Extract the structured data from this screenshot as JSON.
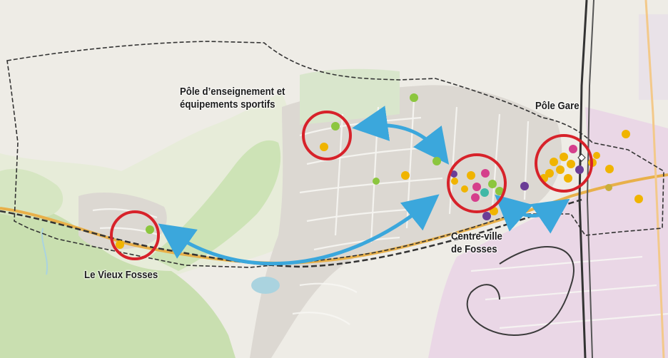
{
  "map": {
    "labels": {
      "pole_enseignement_line1": "Pôle d’enseignement et",
      "pole_enseignement_line2": "équipements sportifs",
      "pole_gare": "Pôle Gare",
      "centre_ville_line1": "Centre-ville",
      "centre_ville_line2": "de Fosses",
      "vieux_fosses": "Le Vieux Fosses"
    },
    "colors": {
      "hub_circle": "#d7222a",
      "connection_arrow": "#3ba7dc",
      "boundary": "#333333",
      "railway": "#333333",
      "forest": "#c9dfb0",
      "urban": "#dcd8d2",
      "industrial": "#ead7e6",
      "water": "#aad3df",
      "poi_yellow": "#f0b400",
      "poi_green": "#8cc63e",
      "poi_magenta": "#d53f8c",
      "poi_purple": "#6b3d96",
      "poi_teal": "#40b8a6"
    }
  }
}
